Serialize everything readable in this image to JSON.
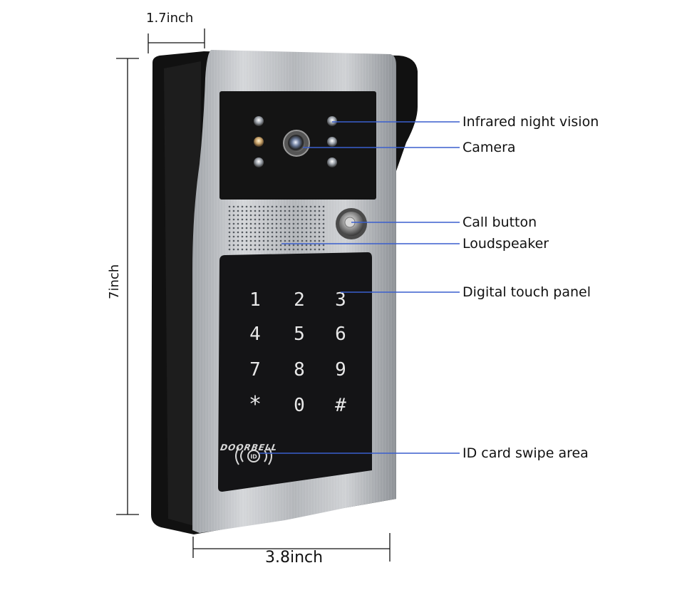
{
  "dimensions": {
    "depth": "1.7inch",
    "height": "7inch",
    "width": "3.8inch"
  },
  "callouts": [
    {
      "id": "infrared",
      "label": "Infrared night vision"
    },
    {
      "id": "camera",
      "label": "Camera"
    },
    {
      "id": "call",
      "label": "Call button"
    },
    {
      "id": "speaker",
      "label": "Loudspeaker"
    },
    {
      "id": "touch",
      "label": "Digital touch panel"
    },
    {
      "id": "card",
      "label": "ID card swipe area"
    }
  ],
  "keypad": {
    "keys": [
      "1",
      "2",
      "3",
      "4",
      "5",
      "6",
      "7",
      "8",
      "9",
      "*",
      "0",
      "#"
    ]
  },
  "panel": {
    "brand": "DOORBELL",
    "rfid_tag": "ID"
  },
  "colors": {
    "callout_line": "#3a5fcd",
    "housing": "#111111",
    "faceplate": "#b9bcc0",
    "keypad": "#141416",
    "key_glyph": "#e8e8e8"
  }
}
